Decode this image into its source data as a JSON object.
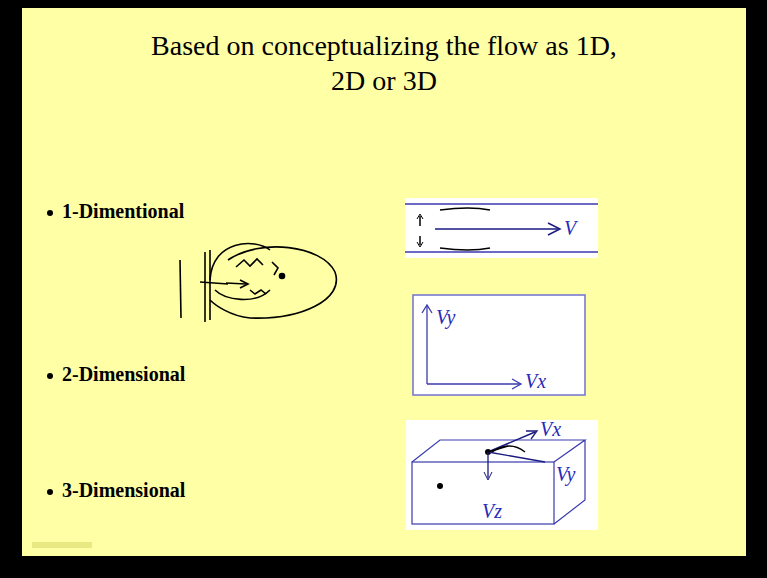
{
  "diagram": {
    "title": "Based on conceptualizing the flow as 1D, 2D or 3D",
    "labels": [
      "1-Dimentional",
      "2-Dimensional",
      "3-Dimensional",
      "V",
      "Vy",
      "Vx",
      "Vx",
      "Vy",
      "Vz"
    ]
  }
}
